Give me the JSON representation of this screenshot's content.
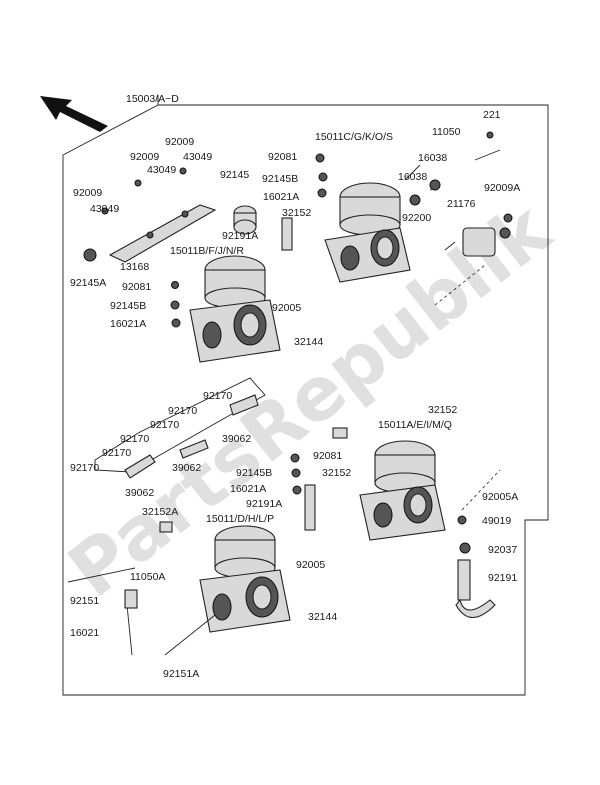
{
  "watermark": "PartsRepublik",
  "arrow_icon": "front-direction-arrow-icon",
  "labels": {
    "l15003": "15003/A~D",
    "l221": "221",
    "l11050": "11050",
    "l92009_a": "92009",
    "l43049_a": "43049",
    "l92009_b": "92009",
    "l43049_b": "43049",
    "l92009_c": "92009",
    "l43049_c": "43049",
    "l92145": "92145",
    "l92081_a": "92081",
    "l15011c": "15011C/G/K/O/S",
    "l16038_a": "16038",
    "l16038_b": "16038",
    "l92145b_a": "92145B",
    "l16021a_a": "16021A",
    "l92009a": "92009A",
    "l32152_a": "32152",
    "l92200": "92200",
    "l21176": "21176",
    "l92191a": "92191A",
    "l15011b": "15011B/F/J/N/R",
    "l92145a": "92145A",
    "l13168": "13168",
    "l92081_b": "92081",
    "l92145b_b": "92145B",
    "l92005_a": "92005",
    "l16021a_b": "16021A",
    "l32144_a": "32144",
    "l92170_1": "92170",
    "l92170_2": "92170",
    "l92170_3": "92170",
    "l92170_4": "92170",
    "l92170_5": "92170",
    "l92170_6": "92170",
    "l39062_a": "39062",
    "l39062_b": "39062",
    "l39062_c": "39062",
    "l32152_b": "32152",
    "l15011a": "15011A/E/I/M/Q",
    "l92081_c": "92081",
    "l92145b_c": "92145B",
    "l32152_c": "32152",
    "l16021a_c": "16021A",
    "l92005a": "92005A",
    "l92191a_b": "92191A",
    "l32152a": "32152A",
    "l15011d": "15011/D/H/L/P",
    "l49019": "49019",
    "l92037": "92037",
    "l92005_b": "92005",
    "l11050a": "11050A",
    "l92191": "92191",
    "l92151": "92151",
    "l32144_b": "32144",
    "l16021": "16021",
    "l92151a": "92151A"
  }
}
